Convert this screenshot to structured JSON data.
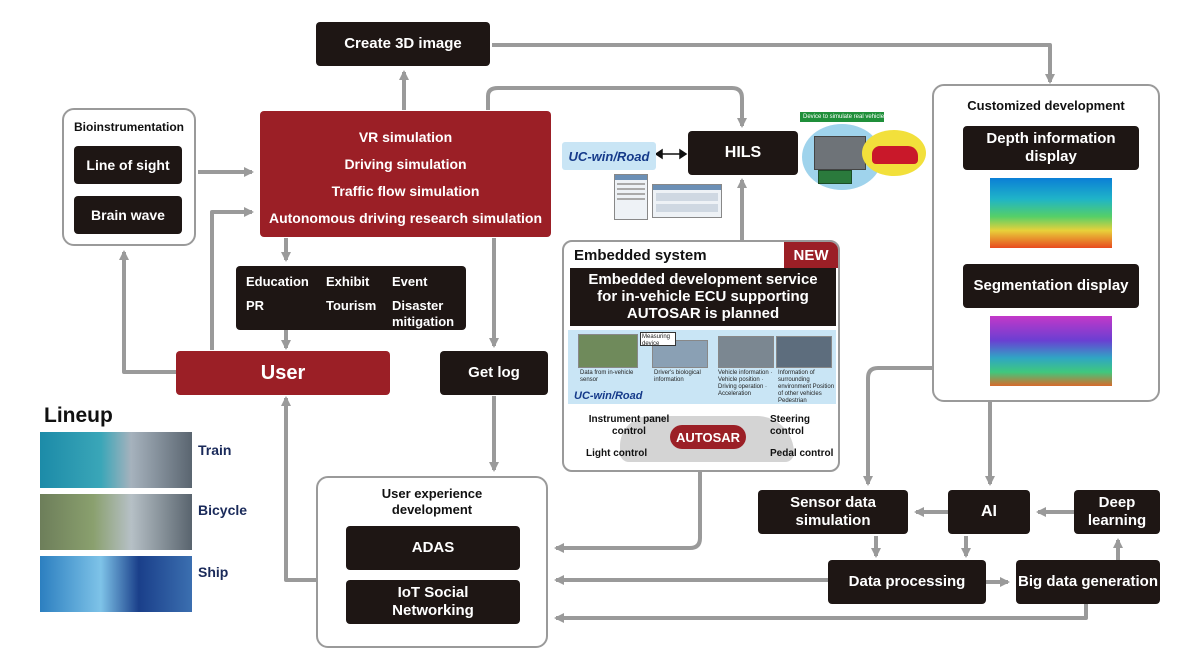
{
  "create3d": "Create 3D image",
  "sim_items": [
    "VR simulation",
    "Driving simulation",
    "Traffic flow simulation",
    "Autonomous driving research simulation"
  ],
  "bio": {
    "title": "Bioinstrumentation",
    "items": [
      "Line of sight",
      "Brain wave"
    ]
  },
  "uses": [
    "Education",
    "Exhibit",
    "Event",
    "PR",
    "Tourism",
    "Disaster mitigation"
  ],
  "user": "User",
  "getlog": "Get log",
  "hils": "HILS",
  "ucwin": "UC-win/Road",
  "hils_caption": "Device to simulate real vehicles HILS",
  "embedded": {
    "title": "Embedded system",
    "badge": "NEW",
    "headline": [
      "Embedded development service",
      "for in-vehicle ECU supporting",
      "AUTOSAR is planned"
    ],
    "autosar": "AUTOSAR",
    "panel_captions": [
      "Data from in-vehicle sensor",
      "Driver's biological information",
      "Vehicle information · Vehicle position · Driving operation · Acceleration",
      "Information of surrounding environment Position of other vehicles Pedestrian"
    ],
    "measure": "Measuring device",
    "controls": [
      "Instrument panel control",
      "Light control",
      "Steering control",
      "Pedal control"
    ]
  },
  "custom": {
    "title": "Customized development",
    "items": [
      "Depth information display",
      "Segmentation display"
    ]
  },
  "ux": {
    "title": "User experience development",
    "items": [
      "ADAS",
      "IoT Social Networking"
    ]
  },
  "sensor": "Sensor data simulation",
  "ai": "AI",
  "deep": "Deep learning",
  "dataproc": "Data processing",
  "bigdata": "Big data generation",
  "lineup": {
    "title": "Lineup",
    "items": [
      "Train",
      "Bicycle",
      "Ship"
    ]
  },
  "colors": {
    "dark": "#1e1614",
    "red": "#9b1f26",
    "arrow": "#9a9a9a",
    "lightblue": "#c9e5f5"
  }
}
